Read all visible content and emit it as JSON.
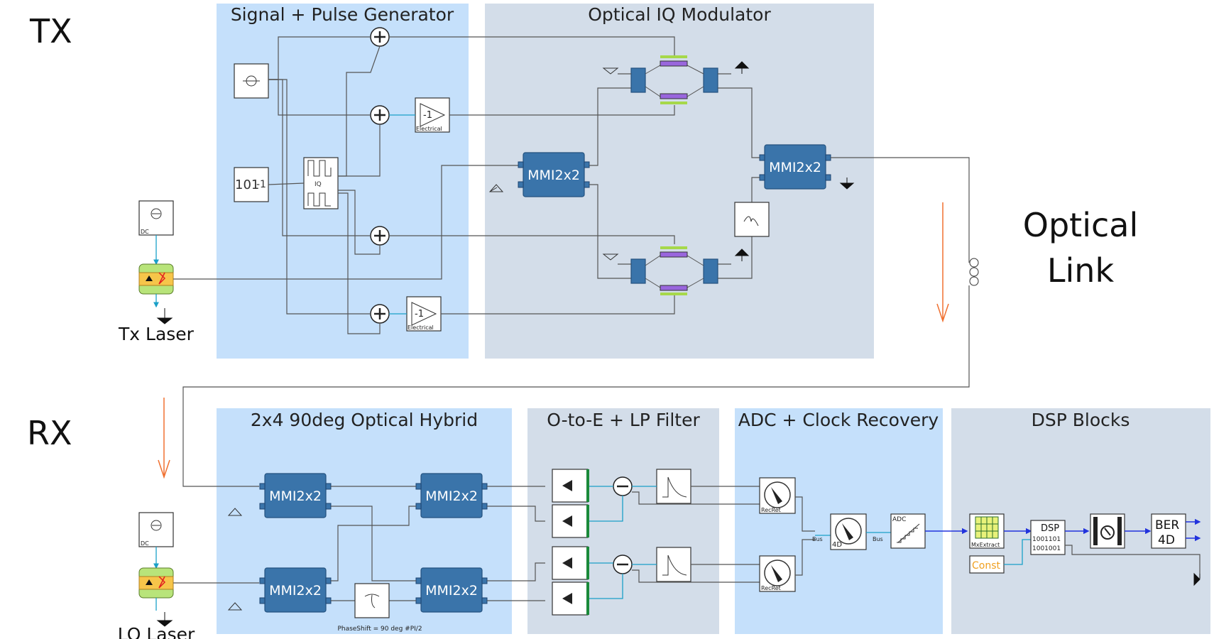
{
  "labels": {
    "tx": "TX",
    "rx": "RX",
    "optical_link_line1": "Optical",
    "optical_link_line2": "Link",
    "tx_laser": "Tx Laser",
    "lo_laser": "LO Laser"
  },
  "panels": {
    "signal_pulse": "Signal + Pulse Generator",
    "iq_modulator": "Optical IQ Modulator",
    "optical_hybrid": "2x4 90deg Optical Hybrid",
    "o_to_e": "O-to-E + LP Filter",
    "adc_clock": "ADC + Clock Recovery",
    "dsp": "DSP Blocks"
  },
  "components": {
    "mmi": "MMI2x2",
    "electrical": "Electrical",
    "minus_one": "-1",
    "dc": "DC",
    "bits": "101",
    "bits_tail": "-1",
    "iq": "IQ",
    "phase_shift": "PhaseShift = 90 deg #PI/2",
    "recret": "RecRet",
    "bus": "Bus",
    "four_d": "4D",
    "adc": "ADC",
    "mx_extract": "MxExtract",
    "const": "Const",
    "dsp": "DSP",
    "dsp_bits1": "1001101",
    "dsp_bits2": "1001001",
    "ber": "BER",
    "ber_4d": "4D"
  },
  "colors": {
    "panel_light": "#c5e0fb",
    "panel_gray": "#d3dde9",
    "mmi_blue": "#3a74aa",
    "wire_cyan": "#1aa0c8",
    "arrow_orange": "#f07030",
    "port_red": "#e02020",
    "phase_purple": "#9966dd",
    "electrode_green": "#a6d84a",
    "const_orange": "#f0a020"
  }
}
